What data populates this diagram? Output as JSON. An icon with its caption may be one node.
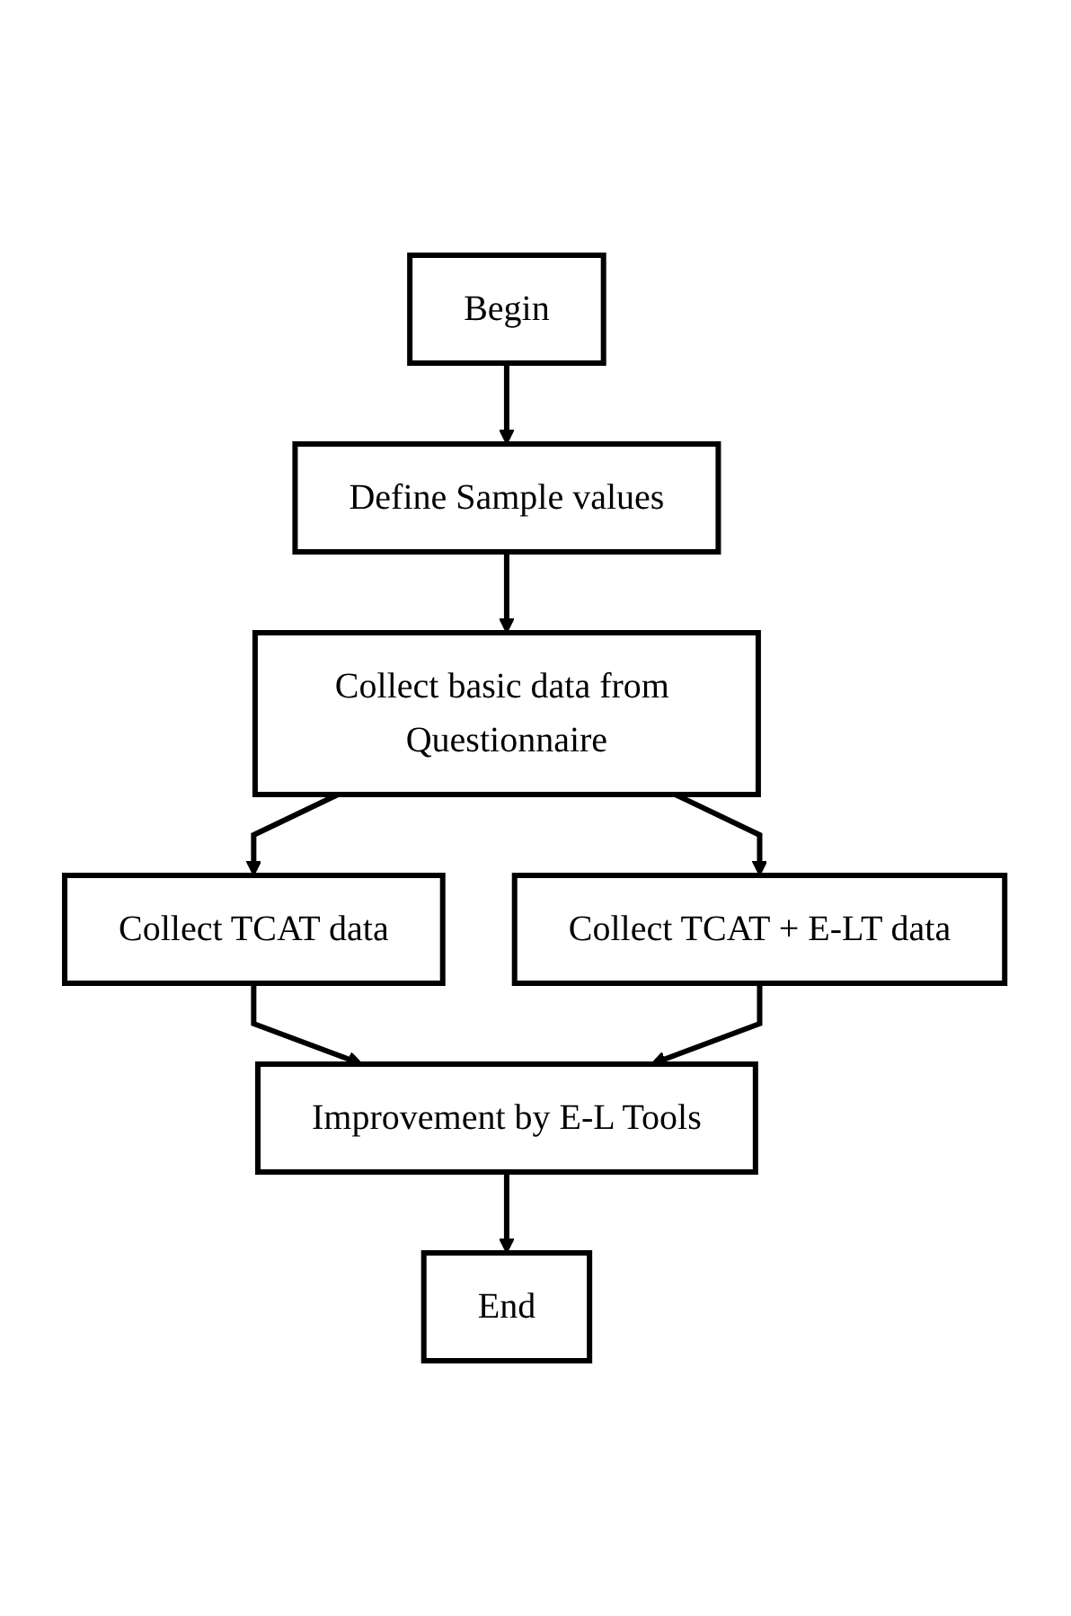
{
  "diagram": {
    "nodes": [
      {
        "text": [
          "Begin"
        ]
      },
      {
        "text": [
          "Define Sample values"
        ]
      },
      {
        "text": [
          "Collect basic data from Questionnaire"
        ]
      },
      {
        "text": [
          "Collect TCAT data"
        ]
      },
      {
        "text": [
          "Collect TCAT + E-LT data"
        ]
      },
      {
        "text": [
          "Improvement by E-L Tools"
        ]
      },
      {
        "text": [
          "End"
        ]
      }
    ],
    "edges": [
      {
        "from": 0,
        "to": 1,
        "arrow": "to"
      },
      {
        "from": 1,
        "to": 2,
        "arrow": "to"
      },
      {
        "from": 2,
        "to": 3,
        "arrow": "to"
      },
      {
        "from": 2,
        "to": 4,
        "arrow": "to"
      },
      {
        "from": 3,
        "to": 5,
        "arrow": "to"
      },
      {
        "from": 4,
        "to": 5,
        "arrow": "to"
      },
      {
        "from": 5,
        "to": 6,
        "arrow": "to"
      }
    ]
  }
}
